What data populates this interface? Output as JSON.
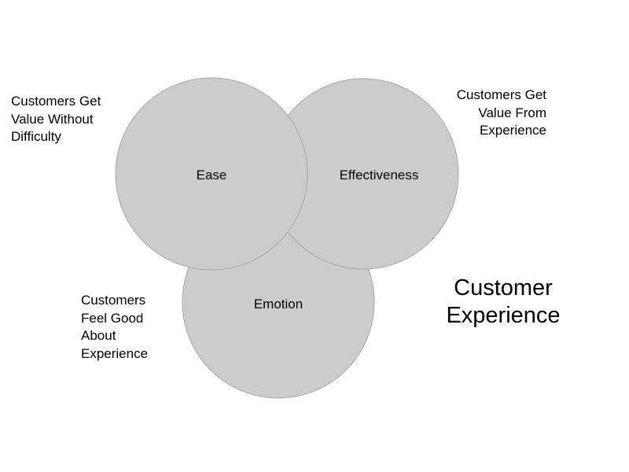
{
  "title": {
    "line1": "Customer",
    "line2": "Experience"
  },
  "circles": {
    "ease": {
      "label": "Ease"
    },
    "effectiveness": {
      "label": "Effectiveness"
    },
    "emotion": {
      "label": "Emotion"
    }
  },
  "descriptions": {
    "ease": [
      "Customers Get",
      "Value Without",
      "Difficulty"
    ],
    "effectiveness": [
      "Customers Get",
      "Value From",
      "Experience"
    ],
    "emotion": [
      "Customers",
      "Feel Good",
      "About",
      "Experience"
    ]
  },
  "colors": {
    "circle_fill": "#cccccc",
    "circle_stroke": "#a8a8a8",
    "text": "#000000",
    "background": "#ffffff"
  }
}
